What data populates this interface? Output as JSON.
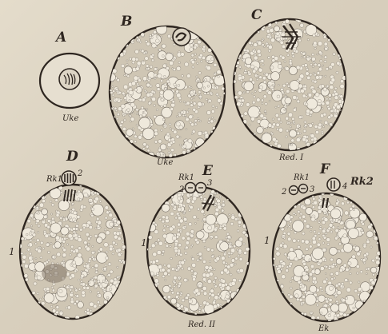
{
  "figure": {
    "panel_letters": {
      "a": "A",
      "b": "B",
      "c": "C",
      "d": "D",
      "e": "E",
      "f": "F"
    },
    "captions": {
      "a": "Uke",
      "b": "Uke",
      "c": "Red. I",
      "e": "Red. II",
      "f": "Ek"
    },
    "annotations": {
      "d_rk1": "Rk1",
      "d_num2": "2",
      "d_num1": "1",
      "e_rk1": "Rk1",
      "e_num2": "2",
      "e_num3": "3",
      "e_num1": "1",
      "f_rk1": "Rk1",
      "f_num2": "2",
      "f_num3": "3",
      "f_num4": "4",
      "f_rk2": "Rk2",
      "f_num1": "1"
    },
    "colors": {
      "ink": "#2e2620",
      "paper": "#ddd4c2",
      "cell_fill": "#cfc6b4",
      "vacuole": "#efe9dc"
    }
  }
}
